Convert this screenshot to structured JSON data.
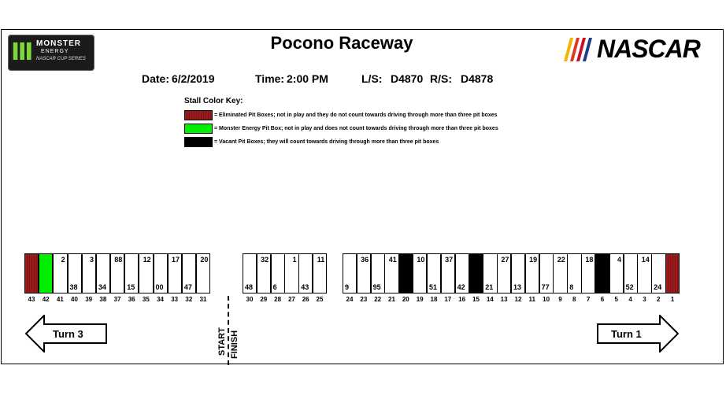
{
  "track_name": "Pocono Raceway",
  "brand_left": {
    "line1": "MONSTER",
    "line2": "ENERGY",
    "line3": "NASCAR CUP SERIES",
    "icon": "monster-claw-icon",
    "color": "#7cd63a"
  },
  "brand_right": {
    "word": "NASCAR",
    "stripe_colors": [
      "#f4b400",
      "#e03a1e",
      "#c8102e",
      "#1d3c8c"
    ]
  },
  "date_label": "Date:",
  "date_value": "6/2/2019",
  "time_label": "Time:",
  "time_value": "2:00 PM",
  "ls_label": "L/S:",
  "ls_value": "D4870",
  "rs_label": "R/S:",
  "rs_value": "D4878",
  "key": {
    "title": "Stall Color Key:",
    "items": [
      {
        "color": "#9b1c1c",
        "text": "= Eliminated Pit Boxes; not in play and they do not count towards driving through more than three pit boxes"
      },
      {
        "color": "#00ee00",
        "text": "= Monster Energy Pit Box; not in play and does not count towards driving through more than three pit boxes"
      },
      {
        "color": "#000000",
        "text": "= Vacant Pit Boxes; they will count towards driving through more than three pit boxes"
      }
    ]
  },
  "stalls": [
    {
      "stall": "43",
      "type": "eliminated",
      "car": ""
    },
    {
      "stall": "42",
      "type": "monster",
      "car": ""
    },
    {
      "stall": "41",
      "type": "open",
      "car": "2"
    },
    {
      "stall": "40",
      "type": "open",
      "car": "38"
    },
    {
      "stall": "39",
      "type": "open",
      "car": "3"
    },
    {
      "stall": "38",
      "type": "open",
      "car": "34"
    },
    {
      "stall": "37",
      "type": "open",
      "car": "88"
    },
    {
      "stall": "36",
      "type": "open",
      "car": "15"
    },
    {
      "stall": "35",
      "type": "open",
      "car": "12"
    },
    {
      "stall": "34",
      "type": "open",
      "car": "00"
    },
    {
      "stall": "33",
      "type": "open",
      "car": "17"
    },
    {
      "stall": "32",
      "type": "open",
      "car": "47"
    },
    {
      "stall": "31",
      "type": "open",
      "car": "20"
    },
    {
      "stall": "30",
      "type": "open",
      "car": "48"
    },
    {
      "stall": "29",
      "type": "open",
      "car": "32"
    },
    {
      "stall": "28",
      "type": "open",
      "car": "6"
    },
    {
      "stall": "27",
      "type": "open",
      "car": "1"
    },
    {
      "stall": "26",
      "type": "open",
      "car": "43"
    },
    {
      "stall": "25",
      "type": "open",
      "car": "11"
    },
    {
      "stall": "24",
      "type": "open",
      "car": "9"
    },
    {
      "stall": "23",
      "type": "open",
      "car": "36"
    },
    {
      "stall": "22",
      "type": "open",
      "car": "95"
    },
    {
      "stall": "21",
      "type": "open",
      "car": "41"
    },
    {
      "stall": "20",
      "type": "vacant",
      "car": ""
    },
    {
      "stall": "19",
      "type": "open",
      "car": "10"
    },
    {
      "stall": "18",
      "type": "open",
      "car": "51"
    },
    {
      "stall": "17",
      "type": "open",
      "car": "37"
    },
    {
      "stall": "16",
      "type": "open",
      "car": "42"
    },
    {
      "stall": "15",
      "type": "vacant",
      "car": ""
    },
    {
      "stall": "14",
      "type": "open",
      "car": "21"
    },
    {
      "stall": "13",
      "type": "open",
      "car": "27"
    },
    {
      "stall": "12",
      "type": "open",
      "car": "13"
    },
    {
      "stall": "11",
      "type": "open",
      "car": "19"
    },
    {
      "stall": "10",
      "type": "open",
      "car": "77"
    },
    {
      "stall": "9",
      "type": "open",
      "car": "22"
    },
    {
      "stall": "8",
      "type": "open",
      "car": "8"
    },
    {
      "stall": "7",
      "type": "open",
      "car": "18"
    },
    {
      "stall": "6",
      "type": "vacant",
      "car": ""
    },
    {
      "stall": "5",
      "type": "open",
      "car": "4"
    },
    {
      "stall": "4",
      "type": "open",
      "car": "52"
    },
    {
      "stall": "3",
      "type": "open",
      "car": "14"
    },
    {
      "stall": "2",
      "type": "open",
      "car": "24"
    },
    {
      "stall": "1",
      "type": "eliminated",
      "car": ""
    }
  ],
  "turn_left": "Turn 3",
  "turn_right": "Turn 1",
  "start_label": "START",
  "finish_label": "FINISH"
}
